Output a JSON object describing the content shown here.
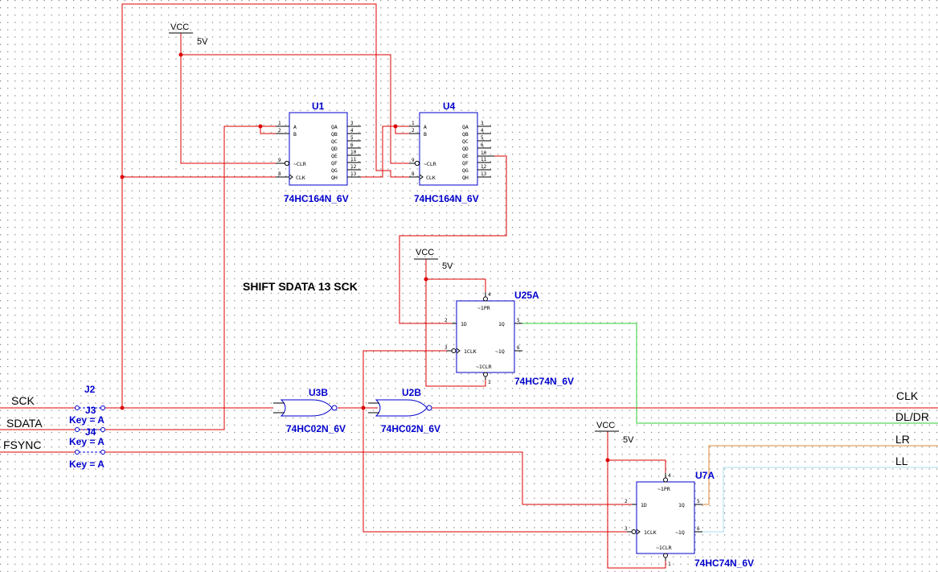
{
  "colors": {
    "wire": "#dd0000",
    "wire_green": "#33cc33",
    "wire_orange": "#dd8833",
    "wire_lightblue": "#aaddee",
    "component": "#0000cc",
    "grid_dot": "#7a7a7a",
    "background": "#ffffff"
  },
  "annotation": "SHIFT SDATA 13 SCK",
  "power": {
    "vcc": "VCC",
    "volt": "5V"
  },
  "nets": {
    "sck": "SCK",
    "sdata": "SDATA",
    "fsync": "FSYNC",
    "clk": "CLK",
    "dldr": "DL/DR",
    "lr": "LR",
    "ll": "LL"
  },
  "connectors": {
    "j2": "J2",
    "j3": "J3",
    "j4": "J4",
    "key_a": "Key = A"
  },
  "shift_registers": [
    {
      "ref": "U1",
      "part": "74HC164N_6V",
      "inputs": [
        {
          "num": "1",
          "name": "A"
        },
        {
          "num": "2",
          "name": "B"
        },
        {
          "num": "9",
          "name": "~CLR"
        },
        {
          "num": "8",
          "name": "CLK"
        }
      ],
      "outputs": [
        {
          "num": "3",
          "name": "QA"
        },
        {
          "num": "4",
          "name": "QB"
        },
        {
          "num": "5",
          "name": "QC"
        },
        {
          "num": "6",
          "name": "QD"
        },
        {
          "num": "10",
          "name": "QE"
        },
        {
          "num": "11",
          "name": "QF"
        },
        {
          "num": "12",
          "name": "QG"
        },
        {
          "num": "13",
          "name": "QH"
        }
      ]
    },
    {
      "ref": "U4",
      "part": "74HC164N_6V",
      "inputs": [
        {
          "num": "1",
          "name": "A"
        },
        {
          "num": "2",
          "name": "B"
        },
        {
          "num": "9",
          "name": "~CLR"
        },
        {
          "num": "8",
          "name": "CLK"
        }
      ],
      "outputs": [
        {
          "num": "3",
          "name": "QA"
        },
        {
          "num": "4",
          "name": "QB"
        },
        {
          "num": "5",
          "name": "QC"
        },
        {
          "num": "6",
          "name": "QD"
        },
        {
          "num": "10",
          "name": "QE"
        },
        {
          "num": "11",
          "name": "QF"
        },
        {
          "num": "12",
          "name": "QG"
        },
        {
          "num": "13",
          "name": "QH"
        }
      ]
    }
  ],
  "flip_flops": [
    {
      "ref": "U25A",
      "part": "74HC74N_6V",
      "pins": {
        "pr": "~1PR",
        "d": "1D",
        "clk": "1CLK",
        "q": "1Q",
        "qn": "~1Q",
        "clr": "~1CLR"
      },
      "pin_nums": {
        "pr": "4",
        "d": "2",
        "clk": "3",
        "q": "5",
        "qn": "6",
        "clr": "1"
      }
    },
    {
      "ref": "U7A",
      "part": "74HC74N_6V",
      "pins": {
        "pr": "~1PR",
        "d": "1D",
        "clk": "1CLK",
        "q": "1Q",
        "qn": "~1Q",
        "clr": "~1CLR"
      },
      "pin_nums": {
        "pr": "4",
        "d": "2",
        "clk": "3",
        "q": "5",
        "qn": "6",
        "clr": "1"
      }
    }
  ],
  "gates": [
    {
      "ref": "U3B",
      "part": "74HC02N_6V"
    },
    {
      "ref": "U2B",
      "part": "74HC02N_6V"
    }
  ]
}
